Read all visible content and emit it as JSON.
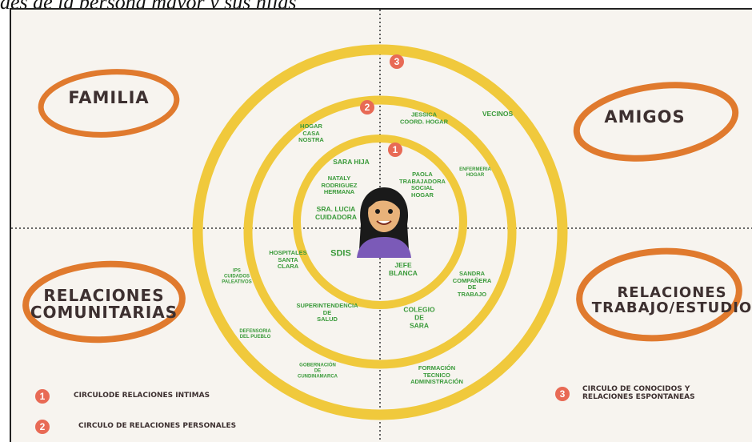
{
  "caption": "des de la persona mayor y sus hijas",
  "categories": {
    "familia": "FAMILIA",
    "amigos": "AMIGOS",
    "comunitarias": "RELACIONES\nCOMUNITARIAS",
    "trabajo": "RELACIONES\nTRABAJO/ESTUDIO"
  },
  "ring_badges": [
    "1",
    "2",
    "3"
  ],
  "center_person": "person-avatar",
  "members": {
    "sara_hija": "SARA HIJA",
    "nataly": "NATALY\nRODRIGUEZ\nHERMANA",
    "sra_lucia": "SRA. LUCIA\nCUIDADORA",
    "sdis": "SDIS",
    "paola": "PAOLA\nTRABAJADORA\nSOCIAL\nHOGAR",
    "jefe": "JEFE\nBLANCA",
    "hogar_casa": "HOGAR\nCASA\nNOSTRA",
    "jessica": "JESSICA\nCOORD. HOGAR",
    "vecinos": "VECINOS",
    "enfermeria": "ENFERMERIA\nHOGAR",
    "hospitales": "HOSPITALES\nSANTA\nCLARA",
    "superintendencia": "SUPERINTENDENCIA\nDE\nSALUD",
    "colegio": "COLEGIO\nDE\nSARA",
    "sandra": "SANDRA\nCOMPAÑERA\nDE\nTRABAJO",
    "ips": "IPS\nCUIDADOS\nPALEATIVOS",
    "defensoria": "DEFENSORIA\nDEL PUEBLO",
    "gobernacion": "GOBERNACIÓN\nDE\nCUNDINAMARCA",
    "formacion": "FORMACIÓN\nTECNICO\nADMINISTRACIÓN"
  },
  "legend": [
    {
      "num": "1",
      "text": "CIRCULODE RELACIONES INTIMAS"
    },
    {
      "num": "2",
      "text": "CIRCULO DE RELACIONES PERSONALES"
    },
    {
      "num": "3",
      "text": "CIRCULO DE CONOCIDOS Y\nRELACIONES ESPONTANEAS"
    }
  ],
  "colors": {
    "ring": "#f0c93c",
    "oval": "#e07a2e",
    "label_green": "#3a9a3a",
    "badge": "#e86a55",
    "background": "#f7f4ef"
  }
}
